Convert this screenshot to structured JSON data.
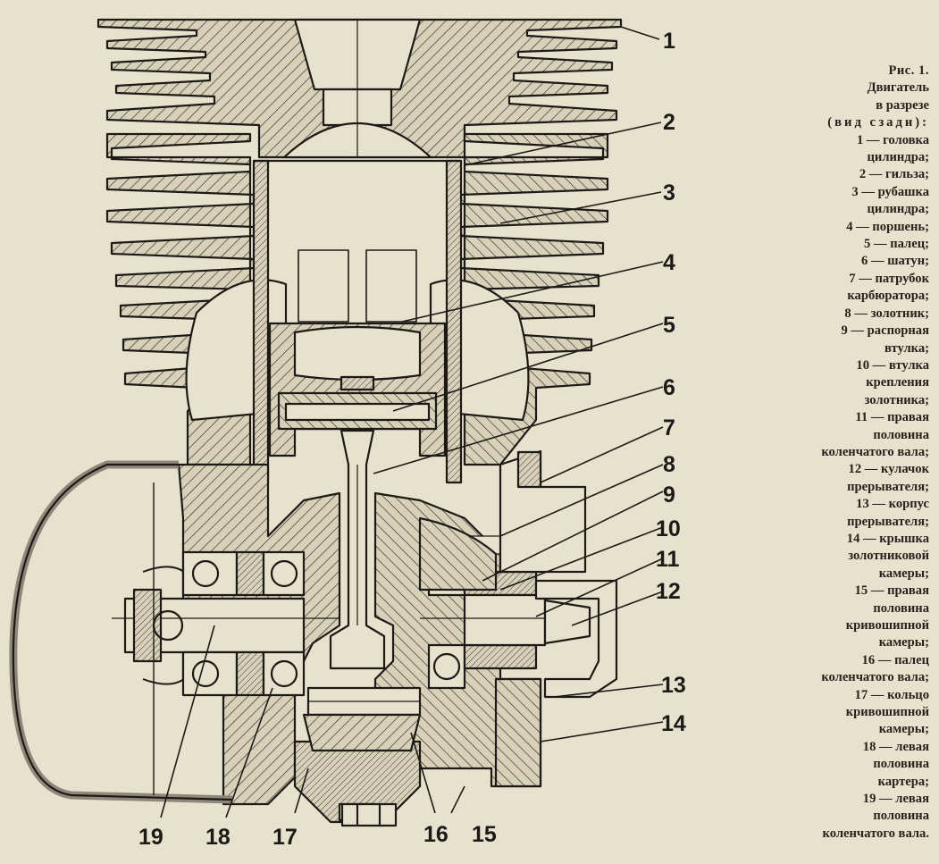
{
  "figure": {
    "caption_title_lines": [
      "Рис. 1.",
      "Двигатель",
      "в разрезе",
      "(вид сзади):"
    ],
    "legend": [
      {
        "number": "1",
        "label": "1 — головка\nцилиндра;"
      },
      {
        "number": "2",
        "label": "2 — гильза;"
      },
      {
        "number": "3",
        "label": "3 — рубашка\nцилиндра;"
      },
      {
        "number": "4",
        "label": "4 — поршень;"
      },
      {
        "number": "5",
        "label": "5 — палец;"
      },
      {
        "number": "6",
        "label": "6 — шатун;"
      },
      {
        "number": "7",
        "label": "7 — патрубок\nкарбюратора;"
      },
      {
        "number": "8",
        "label": "8 — золотник;"
      },
      {
        "number": "9",
        "label": "9 — распорная\nвтулка;"
      },
      {
        "number": "10",
        "label": "10 — втулка\nкрепления\nзолотника;"
      },
      {
        "number": "11",
        "label": "11 — правая\nполовина\nколенчатого вала;"
      },
      {
        "number": "12",
        "label": "12 — кулачок\nпрерывателя;"
      },
      {
        "number": "13",
        "label": "13 — корпус\nпрерывателя;"
      },
      {
        "number": "14",
        "label": "14 — крышка\nзолотниковой\nкамеры;"
      },
      {
        "number": "15",
        "label": "15 — правая\nполовина\nкривошипной\nкамеры;"
      },
      {
        "number": "16",
        "label": "16 — палец\nколенчатого вала;"
      },
      {
        "number": "17",
        "label": "17 — кольцо\nкривошипной\nкамеры;"
      },
      {
        "number": "18",
        "label": "18 — левая\nполовина\nкартера;"
      },
      {
        "number": "19",
        "label": "19 — левая\nполовина\nколенчатого вала."
      }
    ]
  },
  "callouts": [
    "1",
    "2",
    "3",
    "4",
    "5",
    "6",
    "7",
    "8",
    "9",
    "10",
    "11",
    "12",
    "13",
    "14",
    "15",
    "16",
    "17",
    "18",
    "19"
  ],
  "colors": {
    "paper": "#e7e2ce",
    "ink": "#1c1a16",
    "section_fill": "#d6cfb8",
    "hatch": "#3a352c"
  }
}
